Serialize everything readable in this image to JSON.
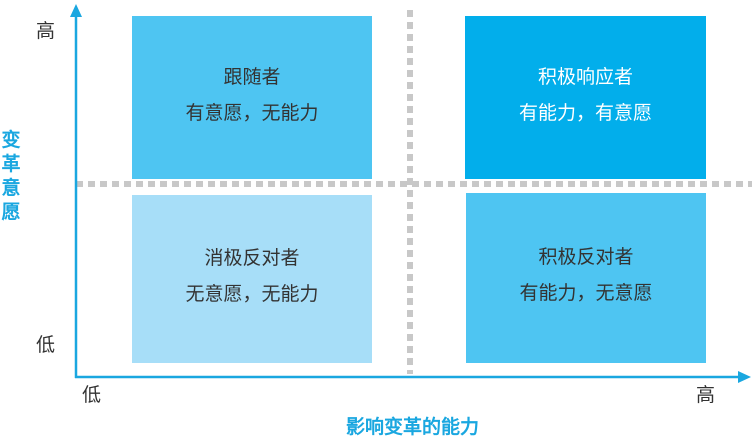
{
  "colors": {
    "axis": "#1aa7e0",
    "divider": "#c8c8c8",
    "tick_text": "#333333"
  },
  "y_axis": {
    "title": "变革意愿",
    "high": "高",
    "low": "低"
  },
  "x_axis": {
    "title": "影响变革的能力",
    "low": "低",
    "high": "高"
  },
  "quadrants": {
    "top_left": {
      "name": "跟随者",
      "desc": "有意愿，无能力",
      "bg": "#4ec5f2",
      "text_color": "#333333"
    },
    "top_right": {
      "name": "积极响应者",
      "desc": "有能力，有意愿",
      "bg": "#02aeeb",
      "text_color": "#ffffff"
    },
    "bottom_left": {
      "name": "消极反对者",
      "desc": "无意愿，无能力",
      "bg": "#a7def8",
      "text_color": "#333333"
    },
    "bottom_right": {
      "name": "积极反对者",
      "desc": "有能力，无意愿",
      "bg": "#4ec5f2",
      "text_color": "#333333"
    }
  }
}
